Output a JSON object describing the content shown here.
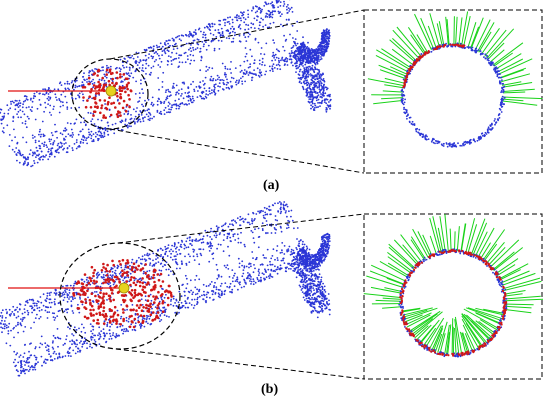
{
  "panels": [
    {
      "id": "a",
      "label": "(a)"
    },
    {
      "id": "b",
      "label": "(b)"
    }
  ],
  "colors": {
    "cloud_points": "#2b36d6",
    "neighborhood_points": "#d01818",
    "query_point": "#e6d21e",
    "normal_vectors": "#19d219",
    "ray": "#e01010",
    "dashed_lines": "#000000",
    "background": "#ffffff"
  }
}
